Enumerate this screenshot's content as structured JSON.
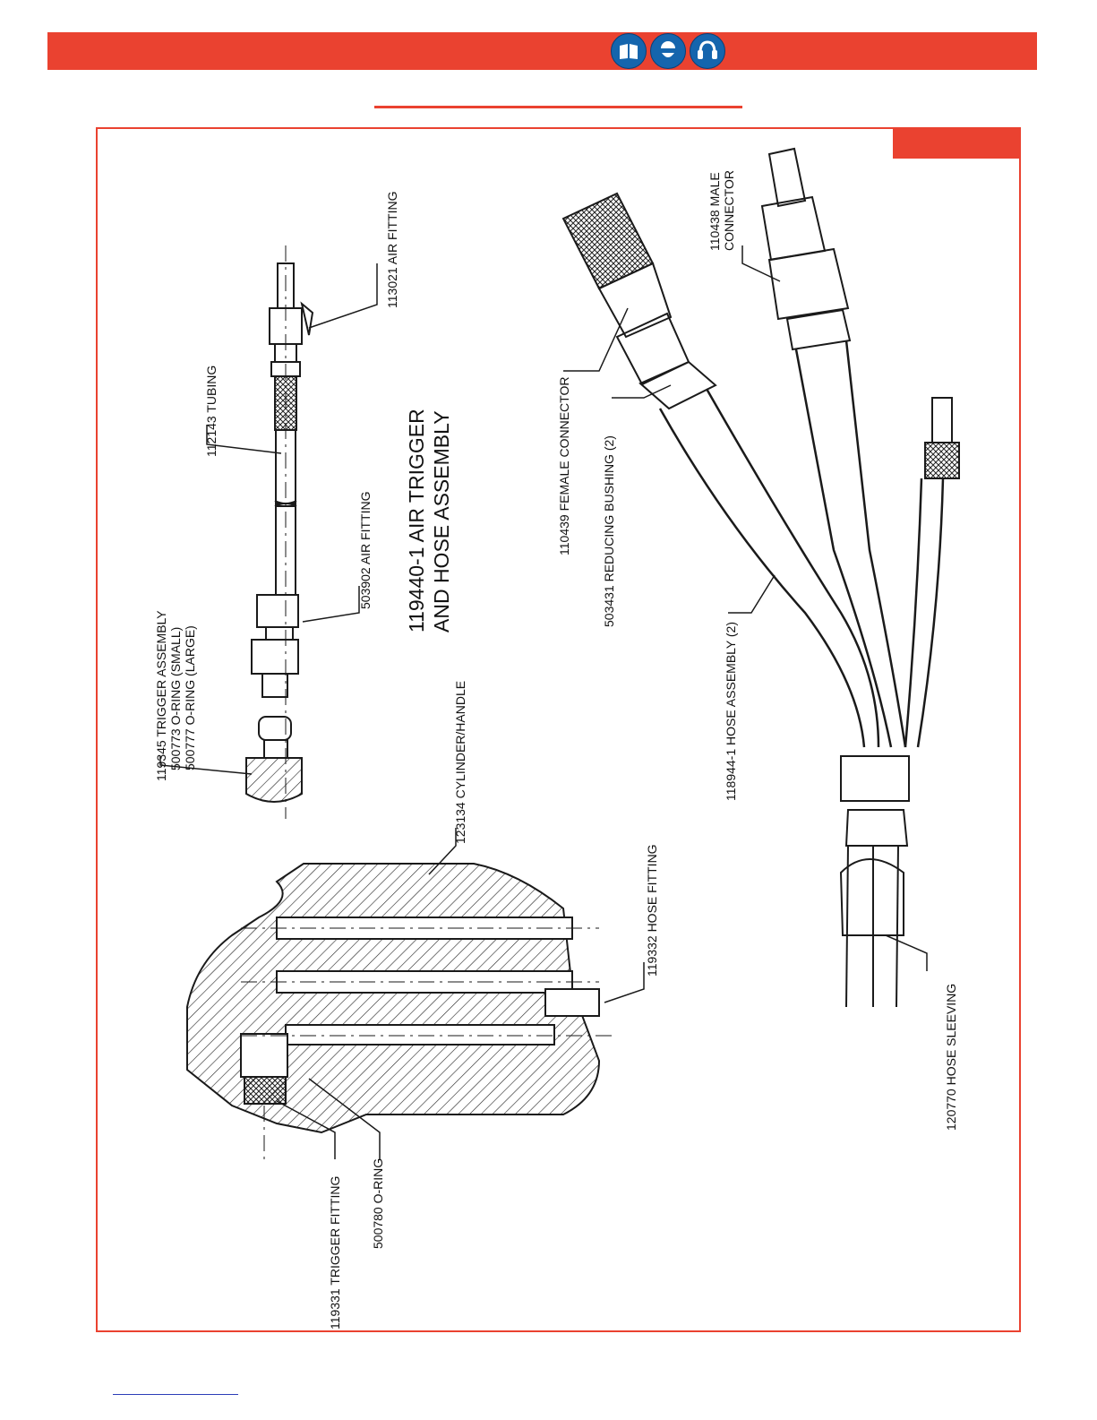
{
  "icons": [
    "read-manual-icon",
    "face-shield-icon",
    "hearing-protection-icon"
  ],
  "colors": {
    "accent": "#ea4230",
    "icon_blue": "#1565ad"
  },
  "drawing": {
    "title_line1": "119440-1 AIR TRIGGER",
    "title_line2": "AND HOSE ASSEMBLY",
    "labels": {
      "air_fitting_113021": "113021 AIR FITTING",
      "tubing_112143": "112143 TUBING",
      "air_fitting_503902": "503902 AIR FITTING",
      "trigger_assembly": "119345 TRIGGER ASSEMBLY",
      "oring_small": "500773 O-RING (SMALL)",
      "oring_large": "500777 O-RING (LARGE)",
      "cylinder_handle": "123134 CYLINDER/HANDLE",
      "hose_fitting": "119332 HOSE FITTING",
      "trigger_fitting": "119331 TRIGGER FITTING",
      "oring_500780": "500780 O-RING",
      "female_connector": "110439 FEMALE CONNECTOR",
      "reducing_bushing": "503431 REDUCING BUSHING (2)",
      "male_connector_1": "110438 MALE",
      "male_connector_2": "CONNECTOR",
      "hose_assembly": "118944-1 HOSE ASSEMBLY (2)",
      "hose_sleeving": "120770 HOSE SLEEVING"
    }
  }
}
